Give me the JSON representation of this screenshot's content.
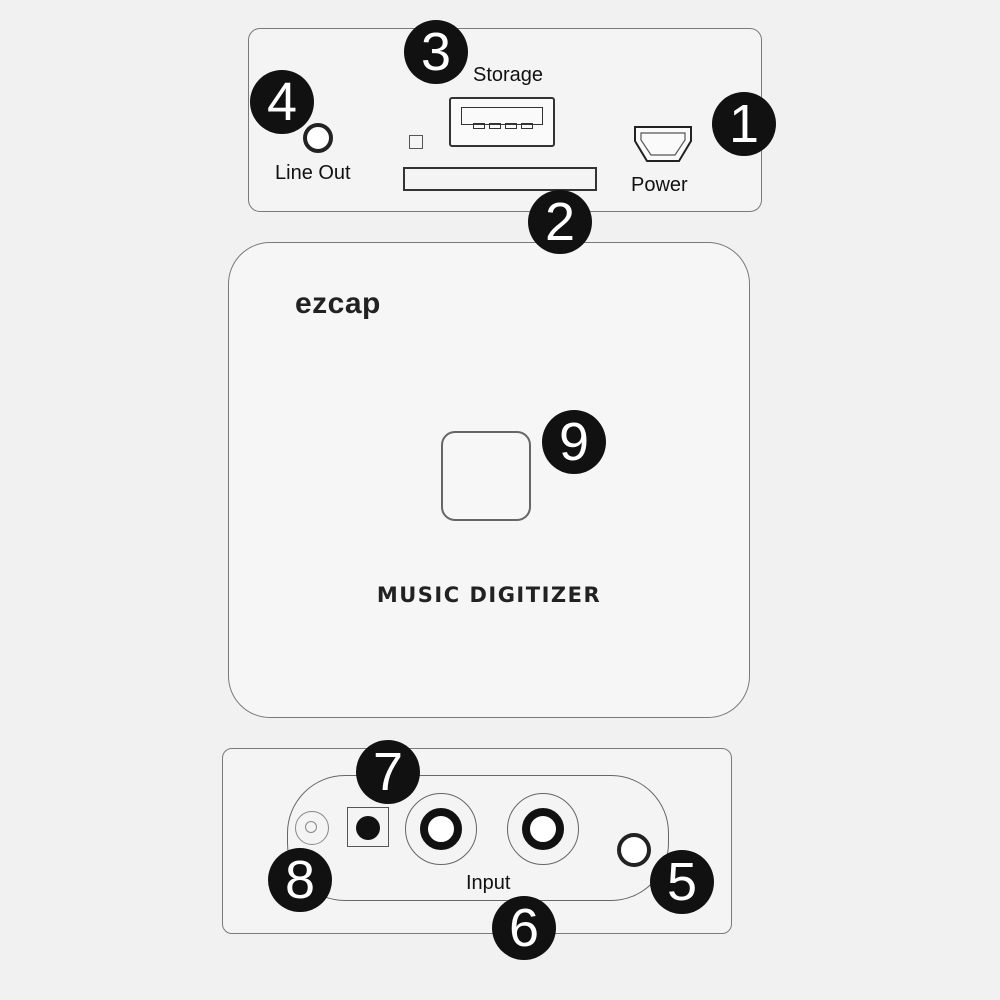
{
  "top_panel": {
    "storage_label": "Storage",
    "line_out_label": "Line Out",
    "power_label": "Power"
  },
  "main_panel": {
    "brand": "ezcap",
    "product_name": "MUSIC DIGITIZER"
  },
  "bottom_panel": {
    "input_label": "Input"
  },
  "callouts": {
    "power": "1",
    "card_slot": "2",
    "storage": "3",
    "line_out": "4",
    "dc_jack": "5",
    "input": "6",
    "switch": "7",
    "aux": "8",
    "center_button": "9"
  }
}
